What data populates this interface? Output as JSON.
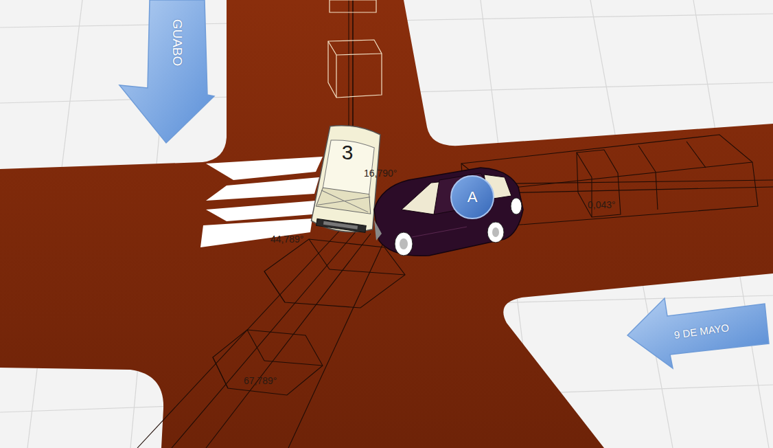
{
  "diagram": {
    "nodes": [
      {
        "text": [
          "GUABO"
        ]
      },
      {
        "text": [
          "3"
        ]
      },
      {
        "text": [
          "A"
        ]
      },
      {
        "text": [
          "9 DE MAYO"
        ]
      }
    ],
    "labels": [
      "16,790°",
      "44,789°",
      "0,043°",
      "67,789°"
    ]
  }
}
